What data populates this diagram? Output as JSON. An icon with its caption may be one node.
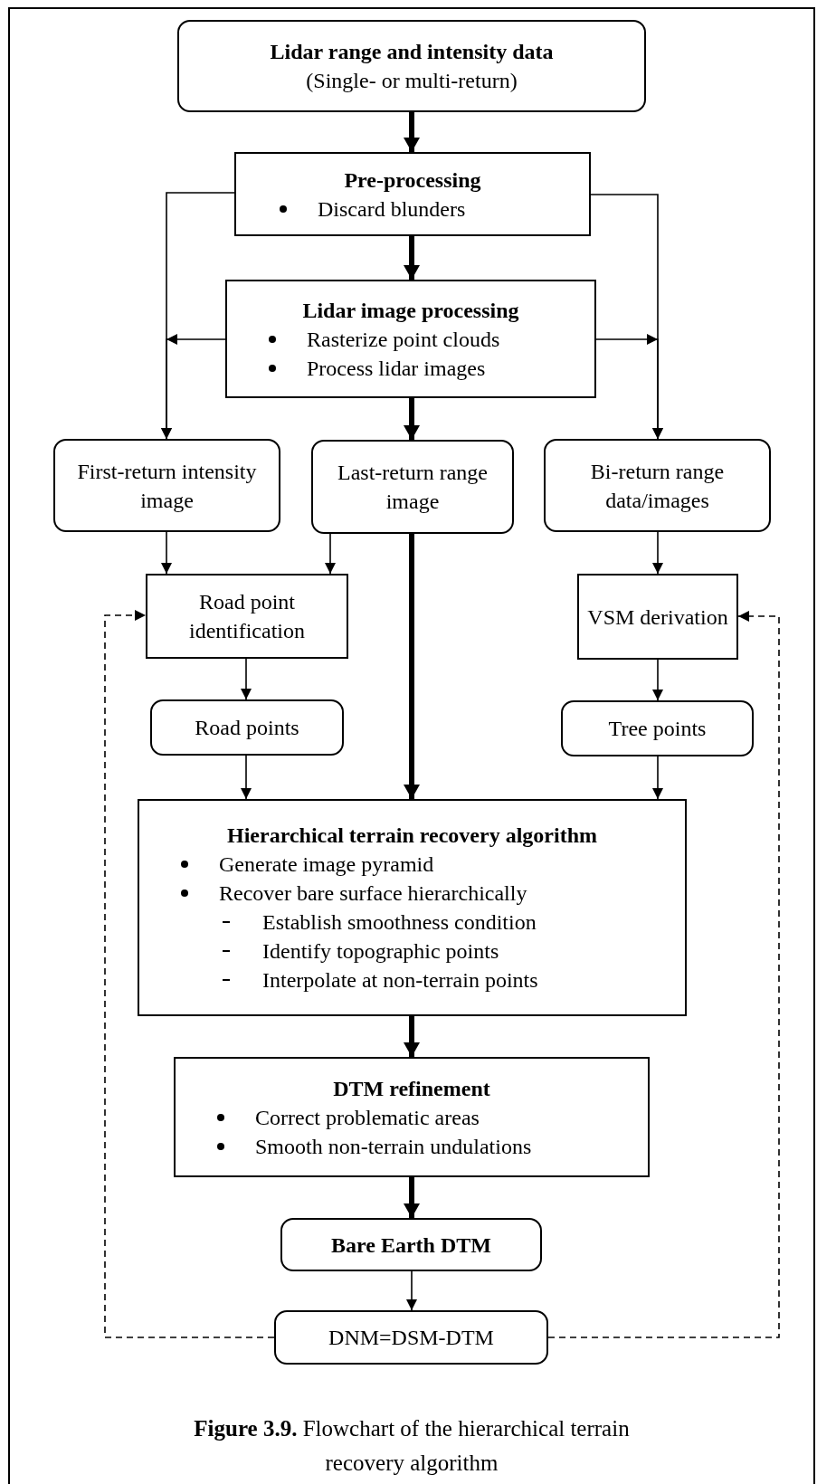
{
  "diagram": {
    "caption": "**Figure 3.9.** Flowchart of the hierarchical terrain recovery algorithm",
    "nodes": [
      {
        "text": [
          "Lidar range and intensity data",
          "(Single- or multi-return)"
        ]
      },
      {
        "text": [
          "Pre-processing",
          "Discard blunders"
        ]
      },
      {
        "text": [
          "Lidar image processing",
          "Rasterize point clouds",
          "Process lidar images"
        ]
      },
      {
        "text": [
          "First-return intensity image"
        ]
      },
      {
        "text": [
          "Last-return range image"
        ]
      },
      {
        "text": [
          "Bi-return range data/images"
        ]
      },
      {
        "text": [
          "Road point identification"
        ]
      },
      {
        "text": [
          "VSM derivation"
        ]
      },
      {
        "text": [
          "Road points"
        ]
      },
      {
        "text": [
          "Tree points"
        ]
      },
      {
        "text": [
          "Hierarchical terrain recovery algorithm",
          "Generate image pyramid",
          "Recover bare surface hierarchically",
          "Establish smoothness condition",
          "Identify topographic points",
          "Interpolate at non-terrain points"
        ]
      },
      {
        "text": [
          "DTM refinement",
          "Correct problematic areas",
          "Smooth non-terrain undulations"
        ]
      },
      {
        "text": [
          "Bare Earth DTM"
        ]
      },
      {
        "text": [
          "DNM=DSM-DTM"
        ]
      }
    ],
    "edges": [
      {
        "from": 0,
        "to": 1,
        "arrow": "to",
        "style": "thick"
      },
      {
        "from": 1,
        "to": 2,
        "arrow": "to",
        "style": "thick"
      },
      {
        "from": 1,
        "to": 3,
        "arrow": "to"
      },
      {
        "from": 1,
        "to": 5,
        "arrow": "to"
      },
      {
        "from": 2,
        "to": 3,
        "arrow": "to"
      },
      {
        "from": 2,
        "to": 5,
        "arrow": "to"
      },
      {
        "from": 2,
        "to": 4,
        "arrow": "to",
        "style": "thick"
      },
      {
        "from": 3,
        "to": 6,
        "arrow": "to"
      },
      {
        "from": 4,
        "to": 6,
        "arrow": "to"
      },
      {
        "from": 5,
        "to": 7,
        "arrow": "to"
      },
      {
        "from": 6,
        "to": 8,
        "arrow": "to"
      },
      {
        "from": 7,
        "to": 9,
        "arrow": "to"
      },
      {
        "from": 8,
        "to": 10,
        "arrow": "to"
      },
      {
        "from": 9,
        "to": 10,
        "arrow": "to"
      },
      {
        "from": 4,
        "to": 10,
        "arrow": "to",
        "style": "thick"
      },
      {
        "from": 10,
        "to": 11,
        "arrow": "to",
        "style": "thick"
      },
      {
        "from": 11,
        "to": 12,
        "arrow": "to",
        "style": "thick"
      },
      {
        "from": 12,
        "to": 13,
        "arrow": "to"
      },
      {
        "from": 13,
        "to": 6,
        "arrow": "to",
        "style": "dashed"
      },
      {
        "from": 13,
        "to": 7,
        "arrow": "to",
        "style": "dashed"
      }
    ]
  }
}
